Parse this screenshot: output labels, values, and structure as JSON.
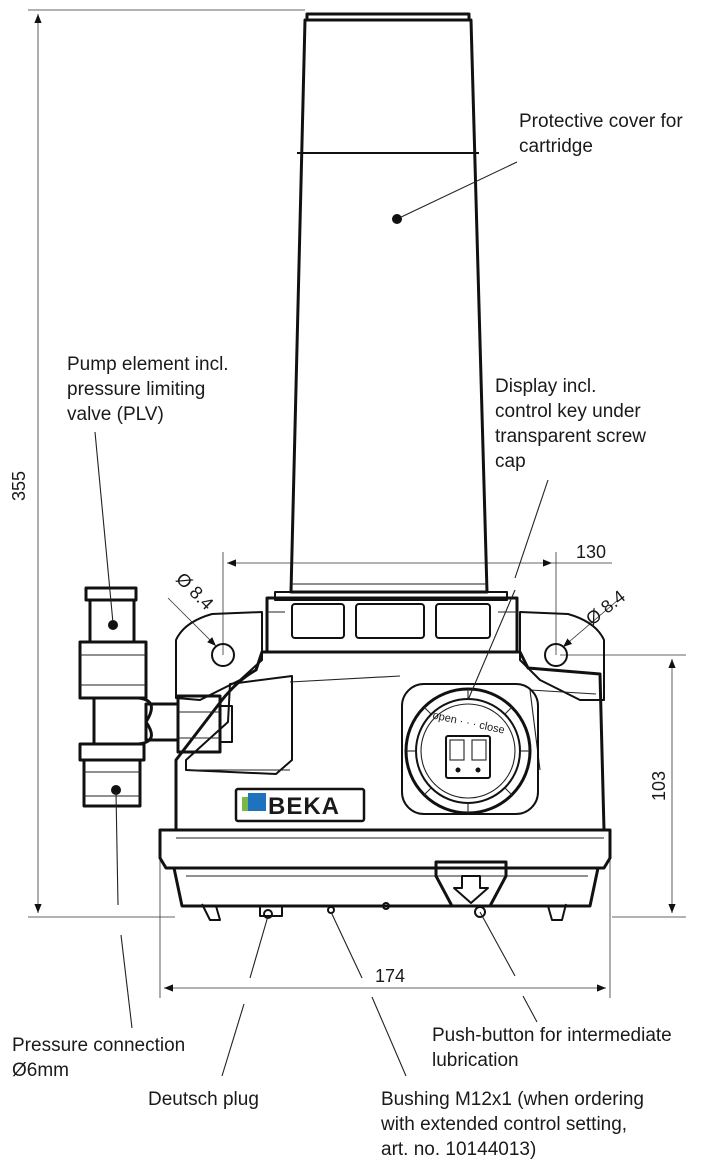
{
  "labels": {
    "cover": [
      "Protective cover for",
      "cartridge"
    ],
    "pump": [
      "Pump element incl.",
      "pressure limiting",
      "valve (PLV)"
    ],
    "display": [
      "Display incl.",
      "control key under",
      "transparent screw",
      "cap"
    ],
    "pressure": [
      "Pressure connection",
      "Ø6mm"
    ],
    "deutsch": [
      "Deutsch plug"
    ],
    "bushing": [
      "Bushing M12x1 (when ordering",
      "with extended control setting,",
      "art. no. 10144013)"
    ],
    "pushbutton": [
      "Push-button for intermediate",
      "lubrication"
    ]
  },
  "dimensions": {
    "height_total": "355",
    "width_holes": "130",
    "height_base": "103",
    "width_base": "174",
    "hole_left": "Ø 8.4",
    "hole_right": "Ø 8.4"
  },
  "device": {
    "brand": "BEKA",
    "dial_text": "open · · · close"
  },
  "colors": {
    "line": "#111111",
    "logo_blue": "#1e73be",
    "logo_green": "#7ab648"
  }
}
